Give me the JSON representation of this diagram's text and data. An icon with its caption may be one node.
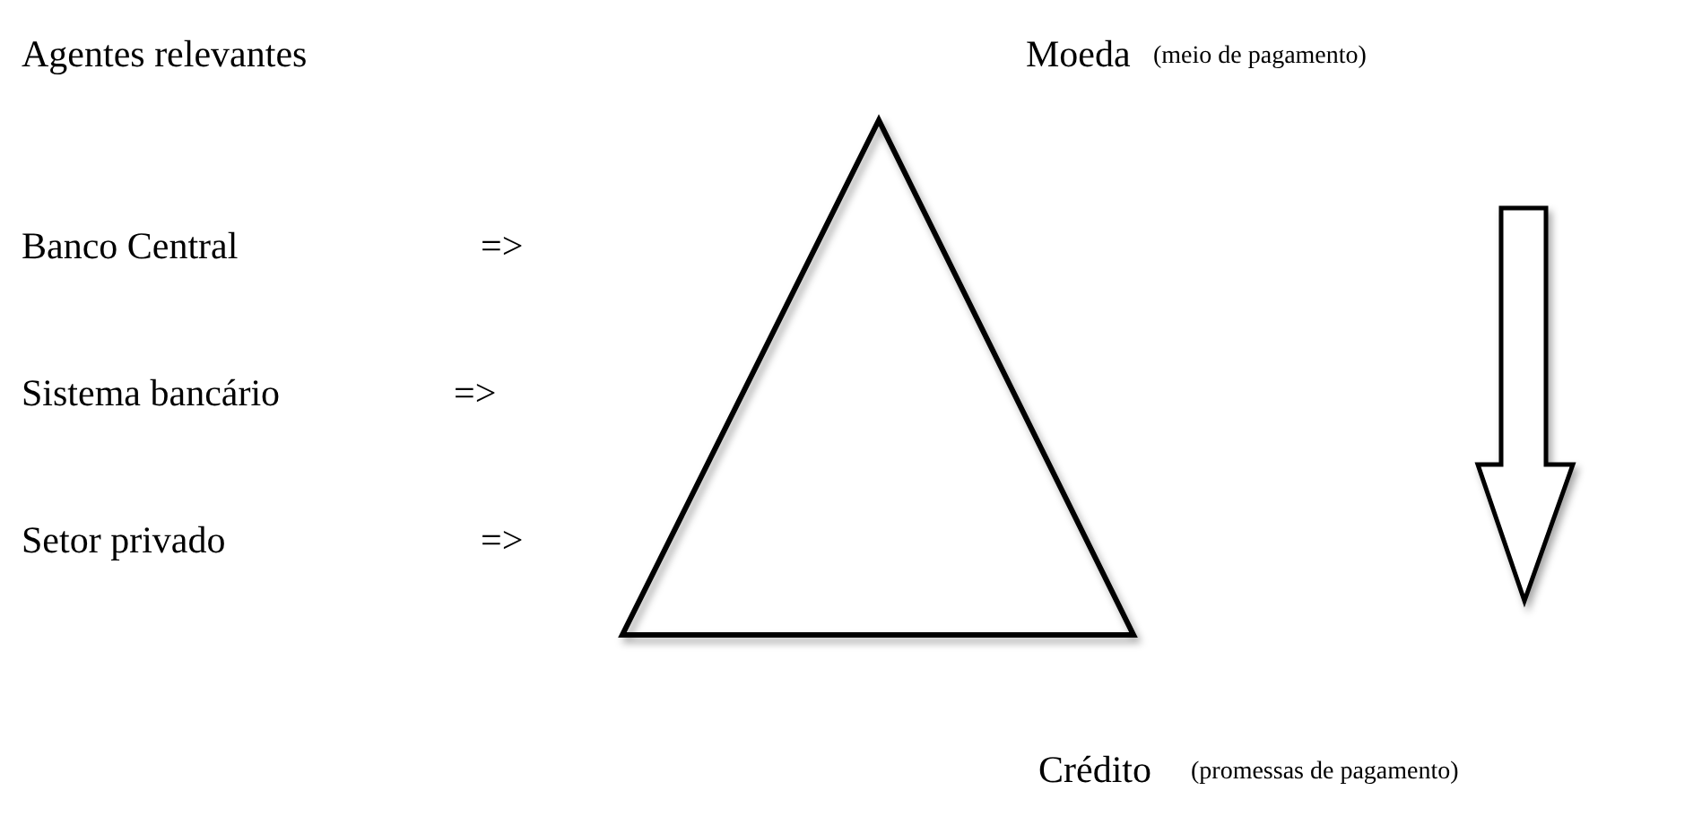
{
  "diagram": {
    "nodes": [
      {
        "text": [],
        "shape": "triangle"
      }
    ],
    "labels": [
      "Agentes relevantes",
      "Moeda",
      "(meio de pagamento)",
      "Banco Central",
      "=>",
      "Sistema bancário",
      "=>",
      "Setor privado",
      "=>",
      "Crédito",
      "(promessas de pagamento)"
    ]
  }
}
